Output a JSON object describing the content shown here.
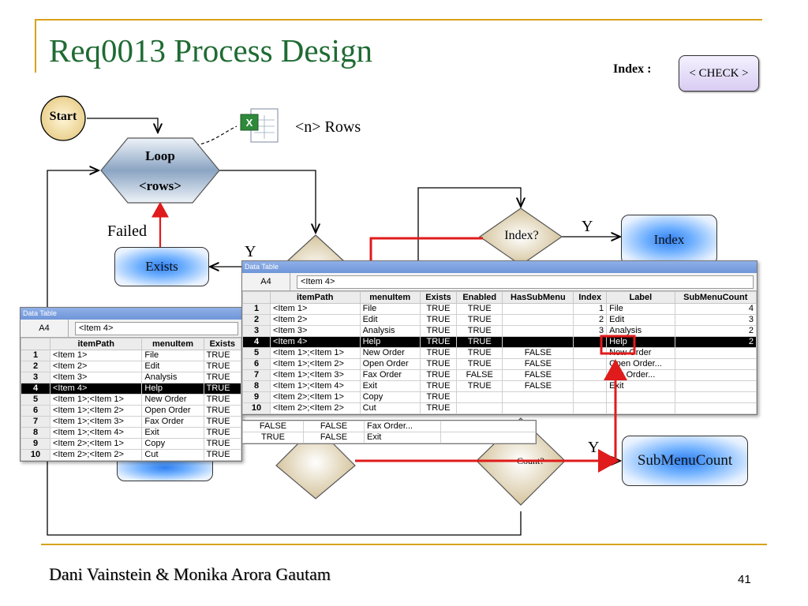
{
  "slide": {
    "title": "Req0013 Process Design",
    "author": "Dani Vainstein & Monika Arora Gautam",
    "page_number": "41",
    "index_label": "Index :",
    "check_button": "< CHECK >"
  },
  "flow": {
    "start": "Start",
    "loop_line1": "Loop",
    "loop_line2": "<rows>",
    "n_rows": "<n> Rows",
    "failed": "Failed",
    "exists": "Exists",
    "index_decision": "Index?",
    "index_box": "Index",
    "y_index": "Y",
    "y_sub": "Y",
    "y_exists": "Y",
    "submenu_decision_fragment": "Count?",
    "submenu_box": "SubMenuCount"
  },
  "colors": {
    "title": "#1f6b33",
    "accent": "#d9a21b",
    "arrow_red": "#e01b1b",
    "decision_fill": "#d8c9a2",
    "loop_fill": "#8aa4c2"
  },
  "table_main": {
    "window_title": "Data Table",
    "cell_ref": "A4",
    "cell_value": "<Item 4>",
    "headers": [
      "itemPath",
      "menuItem",
      "Exists",
      "Enabled",
      "HasSubMenu",
      "Index",
      "Label",
      "SubMenuCount"
    ],
    "rows": [
      [
        "1",
        "<Item 1>",
        "File",
        "TRUE",
        "TRUE",
        "",
        "1",
        "File",
        "4"
      ],
      [
        "2",
        "<Item 2>",
        "Edit",
        "TRUE",
        "TRUE",
        "",
        "2",
        "Edit",
        "3"
      ],
      [
        "3",
        "<Item 3>",
        "Analysis",
        "TRUE",
        "TRUE",
        "",
        "3",
        "Analysis",
        "2"
      ],
      [
        "4",
        "<Item 4>",
        "Help",
        "TRUE",
        "TRUE",
        "",
        "",
        "Help",
        "2"
      ],
      [
        "5",
        "<Item 1>;<Item 1>",
        "New Order",
        "TRUE",
        "TRUE",
        "FALSE",
        "",
        "New Order",
        ""
      ],
      [
        "6",
        "<Item 1>;<Item 2>",
        "Open Order",
        "TRUE",
        "TRUE",
        "FALSE",
        "",
        "Open Order...",
        ""
      ],
      [
        "7",
        "<Item 1>;<Item 3>",
        "Fax Order",
        "TRUE",
        "FALSE",
        "FALSE",
        "",
        "Fax Order...",
        ""
      ],
      [
        "8",
        "<Item 1>;<Item 4>",
        "Exit",
        "TRUE",
        "TRUE",
        "FALSE",
        "",
        "Exit",
        ""
      ],
      [
        "9",
        "<Item 2>;<Item 1>",
        "Copy",
        "TRUE",
        "",
        "",
        "",
        "",
        ""
      ],
      [
        "10",
        "<Item 2>;<Item 2>",
        "Cut",
        "TRUE",
        "",
        "",
        "",
        "",
        ""
      ]
    ],
    "extra_rows": [
      [
        "FALSE",
        "FALSE",
        "Fax Order..."
      ],
      [
        "TRUE",
        "FALSE",
        "Exit"
      ]
    ]
  },
  "table_left": {
    "window_title": "Data Table",
    "cell_ref": "A4",
    "cell_value": "<Item 4>",
    "headers": [
      "itemPath",
      "menuItem",
      "Exists"
    ],
    "rows": [
      [
        "1",
        "<Item 1>",
        "File",
        "TRUE"
      ],
      [
        "2",
        "<Item 2>",
        "Edit",
        "TRUE"
      ],
      [
        "3",
        "<Item 3>",
        "Analysis",
        "TRUE"
      ],
      [
        "4",
        "<Item 4>",
        "Help",
        "TRUE"
      ],
      [
        "5",
        "<Item 1>;<Item 1>",
        "New Order",
        "TRUE"
      ],
      [
        "6",
        "<Item 1>;<Item 2>",
        "Open Order",
        "TRUE"
      ],
      [
        "7",
        "<Item 1>;<Item 3>",
        "Fax Order",
        "TRUE"
      ],
      [
        "8",
        "<Item 1>;<Item 4>",
        "Exit",
        "TRUE"
      ],
      [
        "9",
        "<Item 2>;<Item 1>",
        "Copy",
        "TRUE"
      ],
      [
        "10",
        "<Item 2>;<Item 2>",
        "Cut",
        "TRUE"
      ]
    ]
  }
}
